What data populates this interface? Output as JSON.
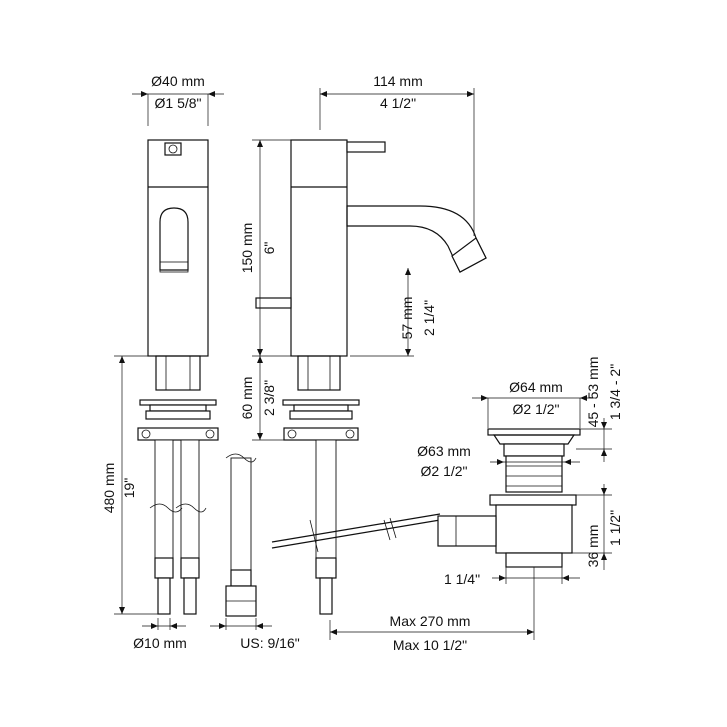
{
  "labels": {
    "body_diameter_mm": "Ø40 mm",
    "body_diameter_in": "Ø1 5/8\"",
    "spout_reach_mm": "114 mm",
    "spout_reach_in": "4 1/2\"",
    "body_height_mm": "150 mm",
    "body_height_in": "6\"",
    "spout_height_mm": "57 mm",
    "spout_height_in": "2 1/4\"",
    "shank_length_mm": "60 mm",
    "shank_length_in": "2 3/8\"",
    "hose_length_mm": "480 mm",
    "hose_length_in": "19\"",
    "hose_diameter": "Ø10 mm",
    "hose_thread": "US: 9/16\"",
    "drain_cap_mm": "Ø64 mm",
    "drain_cap_in": "Ø2 1/2\"",
    "drain_height_mm": "45 - 53 mm",
    "drain_height_in": "1 3/4 - 2\"",
    "drain_flange_mm": "Ø63 mm",
    "drain_flange_in": "Ø2 1/2\"",
    "drain_body_mm": "36 mm",
    "drain_body_in": "1 1/2\"",
    "tailpiece": "1 1/4\"",
    "rod_max_mm": "Max 270 mm",
    "rod_max_in": "Max 10 1/2\""
  }
}
